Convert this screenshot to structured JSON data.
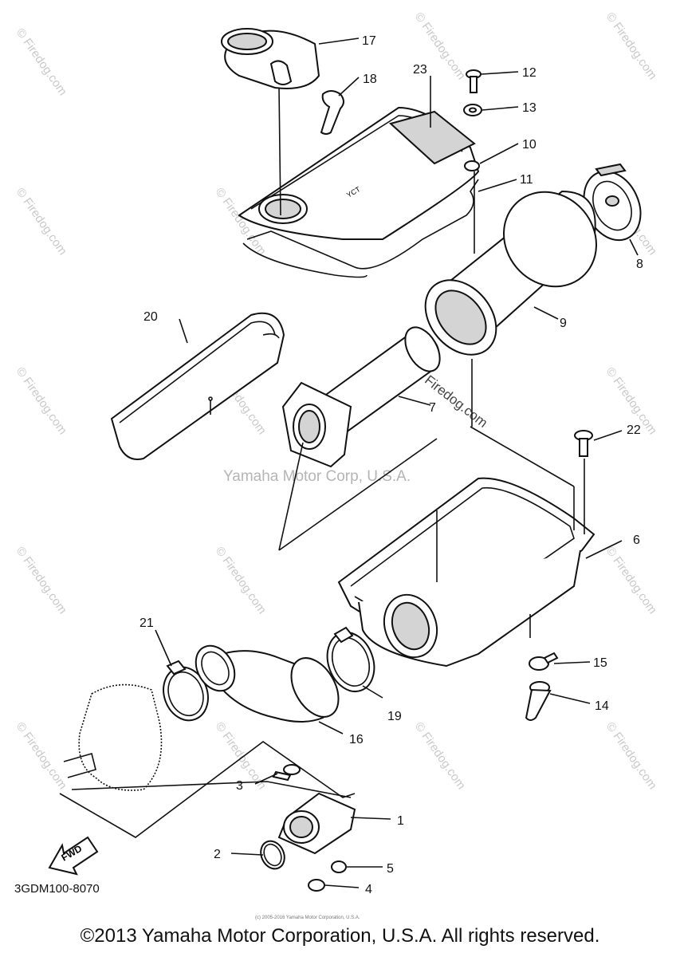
{
  "watermark": {
    "center": "Yamaha Motor Corp, U.S.A.",
    "diagonal": "© Firedog.com",
    "tile": "© Firedog.com"
  },
  "callouts": {
    "p1": "1",
    "p2": "2",
    "p3": "3",
    "p4": "4",
    "p5": "5",
    "p6": "6",
    "p7": "7",
    "p8": "8",
    "p9": "9",
    "p10": "10",
    "p11": "11",
    "p12": "12",
    "p13": "13",
    "p14": "14",
    "p15": "15",
    "p16": "16",
    "p17": "17",
    "p18": "18",
    "p19": "19",
    "p20": "20",
    "p21": "21",
    "p22": "22",
    "p23": "23"
  },
  "fwd_label": "FWD",
  "diagram_code": "3GDM100-8070",
  "tiny_notice": "(c) 2005-2016 Yamaha Motor Corporation, U.S.A.",
  "copyright": "©2013 Yamaha Motor Corporation, U.S.A. All rights reserved."
}
